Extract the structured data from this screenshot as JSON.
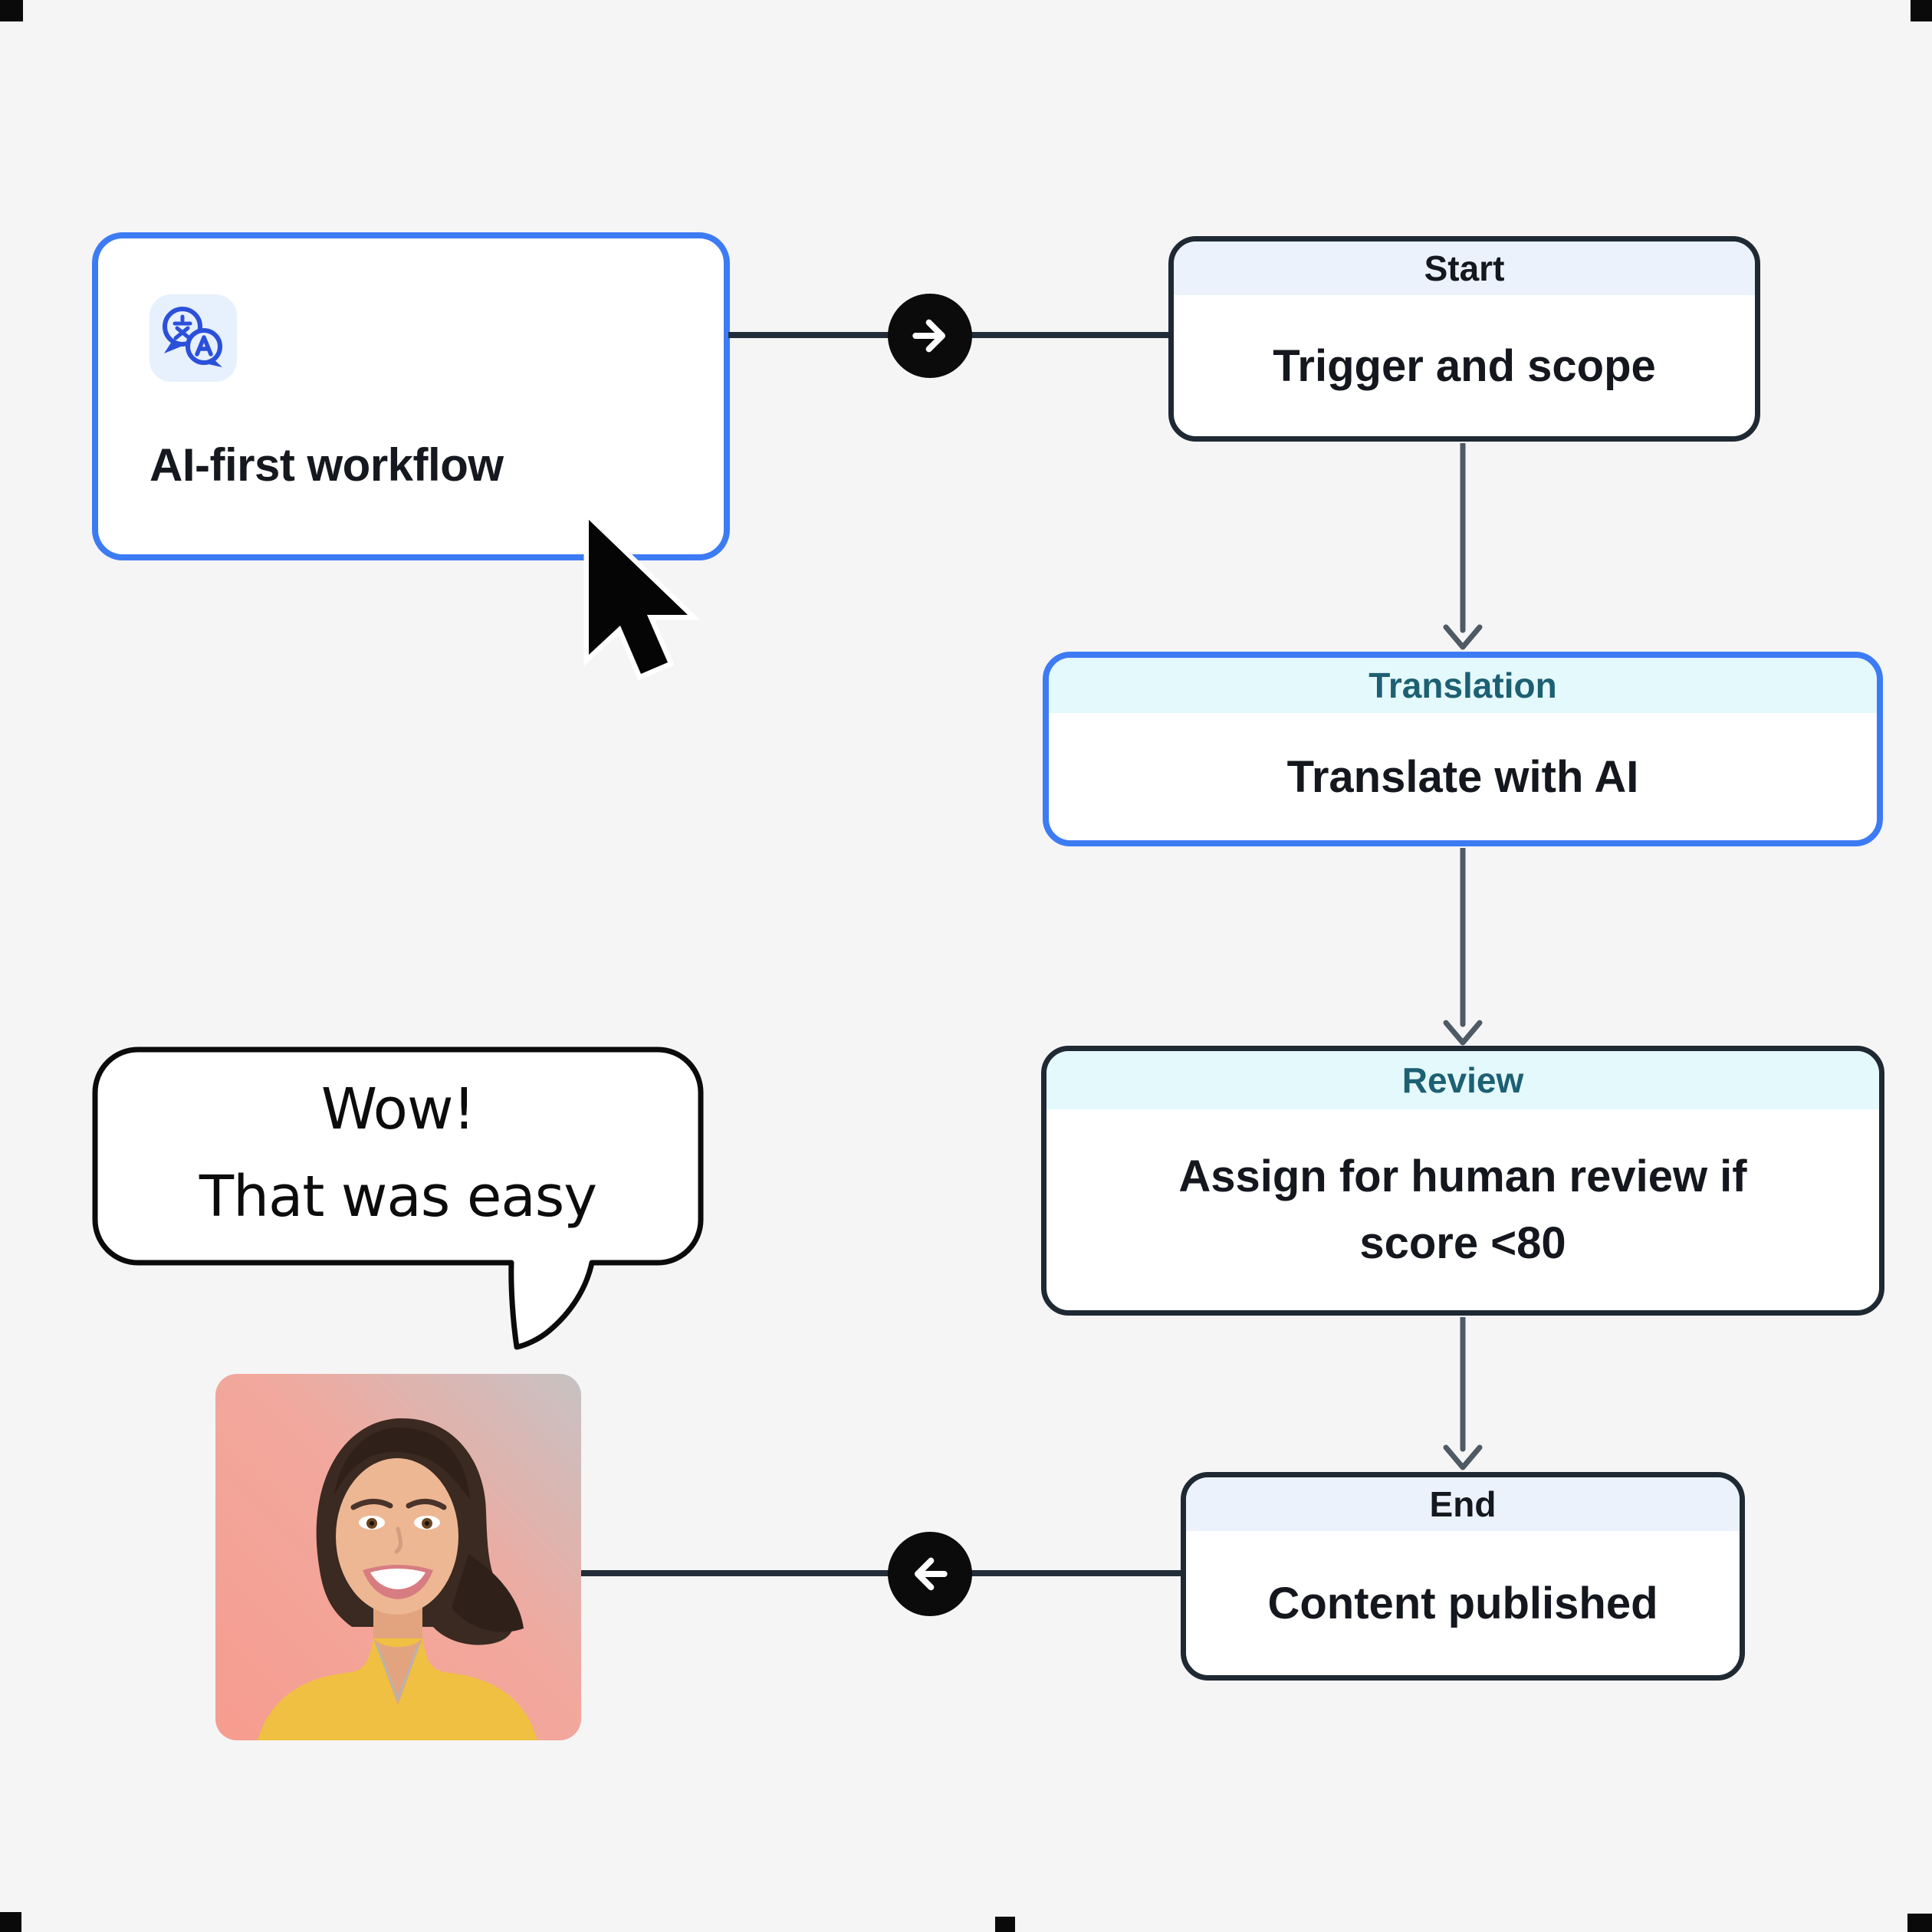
{
  "workflow_card": {
    "label": "AI-first workflow"
  },
  "nodes": {
    "start": {
      "header": "Start",
      "body": "Trigger and scope"
    },
    "translation": {
      "header": "Translation",
      "body": "Translate with AI"
    },
    "review": {
      "header": "Review",
      "body": "Assign for human review if score <80"
    },
    "end": {
      "header": "End",
      "body": "Content published"
    }
  },
  "speech_bubble": {
    "line1": "Wow!",
    "line2": "That was easy"
  },
  "icons": {
    "card_icon": "translate-icon",
    "connector_1": "arrow-right-icon",
    "connector_2": "arrow-left-icon",
    "pointer": "cursor-arrow-icon"
  },
  "colors": {
    "canvas_bg": "#f5f5f6",
    "accent_blue": "#3d7bf4",
    "node_dark": "#1f2933",
    "connector_dark": "#222d39",
    "connector_gray": "#4e5a64",
    "header_blue_bg": "#ebf2fc",
    "header_cyan_bg": "#e4f9fc",
    "teal_text": "#1d6073",
    "dark_text": "#15181e",
    "icon_blue": "#2b50da",
    "icon_tile_bg": "#e7f0fd",
    "bubble_border": "#0b0b0b",
    "photo_bg_left": "#f69c8f",
    "photo_bg_mid": "#f2a89d",
    "photo_bg_right": "#c6c2c3",
    "photo_hair": "#3a2a21",
    "photo_hair_dark": "#2f211a",
    "photo_skin": "#eeb793",
    "photo_skin_shade": "#e2a47f",
    "photo_shirt": "#f0c042"
  }
}
